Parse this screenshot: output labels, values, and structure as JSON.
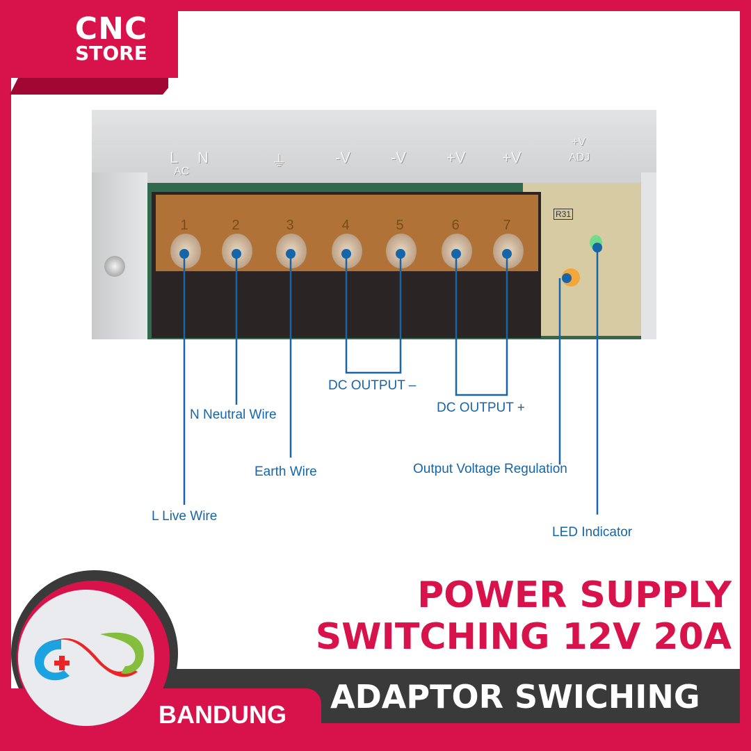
{
  "brand": {
    "store_line1": "CNC",
    "store_line2": "STORE",
    "city": "BANDUNG",
    "accent_color": "#d8124a",
    "dark_color": "#3a3a3a"
  },
  "product": {
    "title_line1": "POWER SUPPLY",
    "title_line2": "SWITCHING 12V 20A",
    "subtitle": "ADAPTOR SWICHING"
  },
  "photo": {
    "case_labels": [
      "L",
      "AC",
      "N",
      "⏚",
      "-V",
      "-V",
      "+V",
      "+V",
      "+V",
      "ADJ"
    ],
    "terminal_numbers": [
      "1",
      "2",
      "3",
      "4",
      "5",
      "6",
      "7"
    ],
    "board_marking": "R31"
  },
  "callouts": {
    "live": "L Live Wire",
    "neutral": "N Neutral Wire",
    "earth": "Earth Wire",
    "dc_minus": "DC OUTPUT –",
    "dc_plus": "DC OUTPUT +",
    "voltage_reg": "Output Voltage Regulation",
    "led": "LED Indicator"
  },
  "leader_color": "#1565a8"
}
